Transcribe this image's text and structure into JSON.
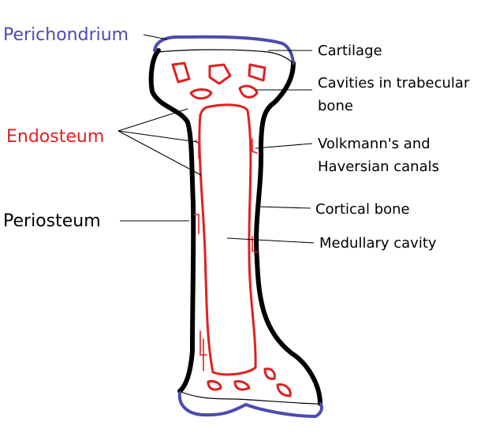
{
  "labels": {
    "perichondrium": "Perichondrium",
    "endosteum": "Endosteum",
    "periosteum": "Periosteum",
    "cartilage": "Cartilage",
    "cavities_line1": "Cavities in trabecular",
    "cavities_line2": "bone",
    "canals_line1": "Volkmann's and",
    "canals_line2": "Haversian canals",
    "cortical": "Cortical bone",
    "medullary": "Medullary cavity"
  },
  "colors": {
    "perichondrium": "#4b4bb0",
    "endosteum": "#e02020",
    "periosteum": "#000000",
    "leader": "#000000"
  }
}
